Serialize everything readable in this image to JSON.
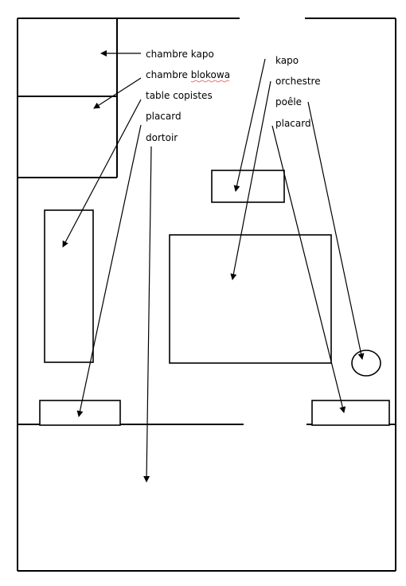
{
  "labels": {
    "chambre_kapo": "chambre kapo",
    "chambre_blokowa": "chambre blokowa",
    "table_copistes": "table copistes",
    "placard_left": "placard",
    "dortoir": "dortoir",
    "kapo": "kapo",
    "orchestre": "orchestre",
    "poele": "poêle",
    "placard_right": "placard"
  }
}
